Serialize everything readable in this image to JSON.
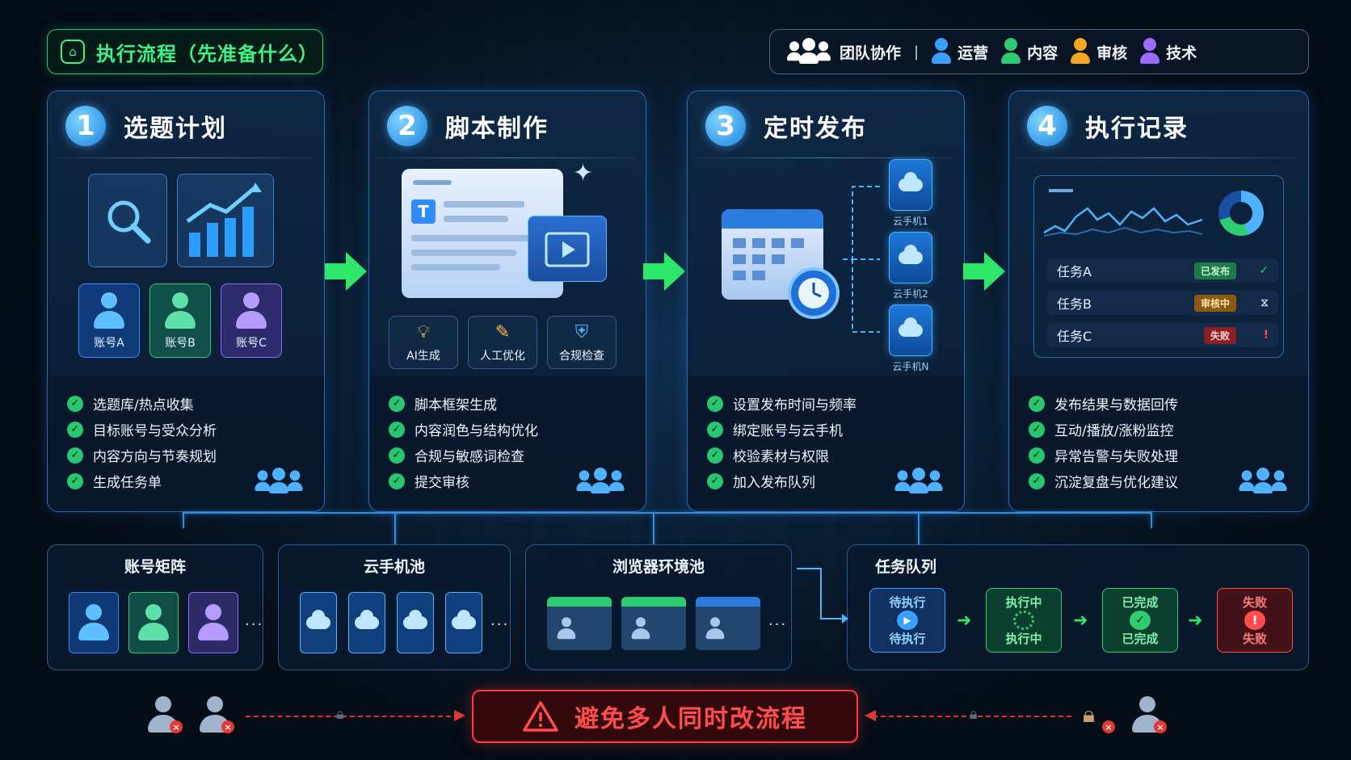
{
  "header": {
    "title": "执行流程（先准备什么）",
    "team_label": "团队协作",
    "separator": "|",
    "roles": [
      {
        "label": "运营",
        "color": "#3aa0ff"
      },
      {
        "label": "内容",
        "color": "#2ecc71"
      },
      {
        "label": "审核",
        "color": "#f5a623"
      },
      {
        "label": "技术",
        "color": "#9b6bff"
      }
    ]
  },
  "steps": [
    {
      "num": "1",
      "title": "选题计划",
      "accounts": [
        "账号A",
        "账号B",
        "账号C"
      ],
      "items": [
        "选题库/热点收集",
        "目标账号与受众分析",
        "内容方向与节奏规划",
        "生成任务单"
      ]
    },
    {
      "num": "2",
      "title": "脚本制作",
      "tools": [
        "AI生成",
        "人工优化",
        "合规检查"
      ],
      "items": [
        "脚本框架生成",
        "内容润色与结构优化",
        "合规与敏感词检查",
        "提交审核"
      ]
    },
    {
      "num": "3",
      "title": "定时发布",
      "phones": [
        "云手机1",
        "云手机2",
        "云手机N"
      ],
      "items": [
        "设置发布时间与频率",
        "绑定账号与云手机",
        "校验素材与权限",
        "加入发布队列"
      ]
    },
    {
      "num": "4",
      "title": "执行记录",
      "tasks": [
        {
          "name": "任务A",
          "status": "已发布",
          "icon": "✓",
          "color": "#2ecc71"
        },
        {
          "name": "任务B",
          "status": "审核中",
          "icon": "⧖",
          "color": "#f5a623"
        },
        {
          "name": "任务C",
          "status": "失败",
          "icon": "!",
          "color": "#ff4d4d"
        }
      ],
      "items": [
        "发布结果与数据回传",
        "互动/播放/涨粉监控",
        "异常告警与失败处理",
        "沉淀复盘与优化建议"
      ]
    }
  ],
  "pools": {
    "accounts": {
      "title": "账号矩阵",
      "more": "···"
    },
    "phones": {
      "title": "云手机池",
      "more": "···"
    },
    "browsers": {
      "title": "浏览器环境池",
      "more": "···"
    },
    "queue": {
      "title": "任务队列",
      "states": [
        {
          "top": "待执行",
          "bottom": "待执行",
          "color": "#3aa0ff"
        },
        {
          "top": "执行中",
          "bottom": "执行中",
          "color": "#2ecc71"
        },
        {
          "top": "已完成",
          "bottom": "已完成",
          "color": "#2ecc71"
        },
        {
          "top": "失败",
          "bottom": "失败",
          "color": "#ff4d4d"
        }
      ]
    }
  },
  "warning": {
    "text": "避免多人同时改流程"
  }
}
